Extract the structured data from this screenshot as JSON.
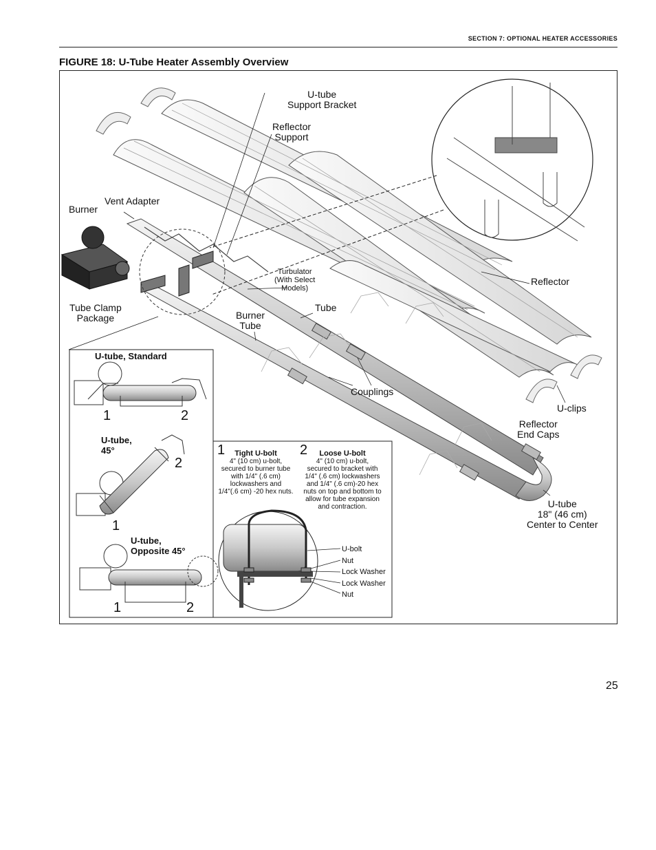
{
  "header": {
    "section_text": "SECTION 7: OPTIONAL HEATER ACCESSORIES"
  },
  "figure": {
    "title": "FIGURE 18: U-Tube Heater Assembly Overview"
  },
  "labels": {
    "utube_support_bracket_l1": "U-tube",
    "utube_support_bracket_l2": "Support Bracket",
    "reflector_support_l1": "Reflector",
    "reflector_support_l2": "Support",
    "burner": "Burner",
    "vent_adapter": "Vent Adapter",
    "turbulator_l1": "Turbulator",
    "turbulator_l2": "(With Select",
    "turbulator_l3": "Models)",
    "reflector": "Reflector",
    "tube_clamp_l1": "Tube Clamp",
    "tube_clamp_l2": "Package",
    "tube": "Tube",
    "burner_tube_l1": "Burner",
    "burner_tube_l2": "Tube",
    "couplings": "Couplings",
    "u_clips": "U-clips",
    "reflector_end_caps_l1": "Reflector",
    "reflector_end_caps_l2": "End Caps",
    "utube_dim_l1": "U-tube",
    "utube_dim_l2": "18\" (46 cm)",
    "utube_dim_l3": "Center to Center"
  },
  "inset": {
    "standard_title": "U-tube, Standard",
    "standard_n1": "1",
    "standard_n2": "2",
    "deg45_title_l1": "U-tube,",
    "deg45_title_l2": "45°",
    "deg45_n2": "2",
    "deg45_n1": "1",
    "opposite_title_l1": "U-tube,",
    "opposite_title_l2": "Opposite 45°",
    "opposite_n1": "1",
    "opposite_n2": "2"
  },
  "ubolt": {
    "tight_num": "1",
    "tight_title": "Tight U-bolt",
    "tight_l1": "4\" (10 cm) u-bolt,",
    "tight_l2": "secured to burner tube",
    "tight_l3": "with 1/4\" (.6 cm)",
    "tight_l4": "lockwashers and",
    "tight_l5": "1/4\"(.6 cm) -20 hex nuts.",
    "loose_num": "2",
    "loose_title": "Loose U-bolt",
    "loose_l1": "4\" (10 cm) u-bolt,",
    "loose_l2": "secured to bracket with",
    "loose_l3": "1/4\" (.6 cm) lockwashers",
    "loose_l4": "and 1/4\" (.6 cm)-20 hex",
    "loose_l5": "nuts on top and bottom to",
    "loose_l6": "allow for tube expansion",
    "loose_l7": "and contraction.",
    "parts": [
      "U-bolt",
      "Nut",
      "Lock Washer",
      "Lock Washer",
      "Nut"
    ]
  },
  "footer": {
    "page_number": "25"
  }
}
